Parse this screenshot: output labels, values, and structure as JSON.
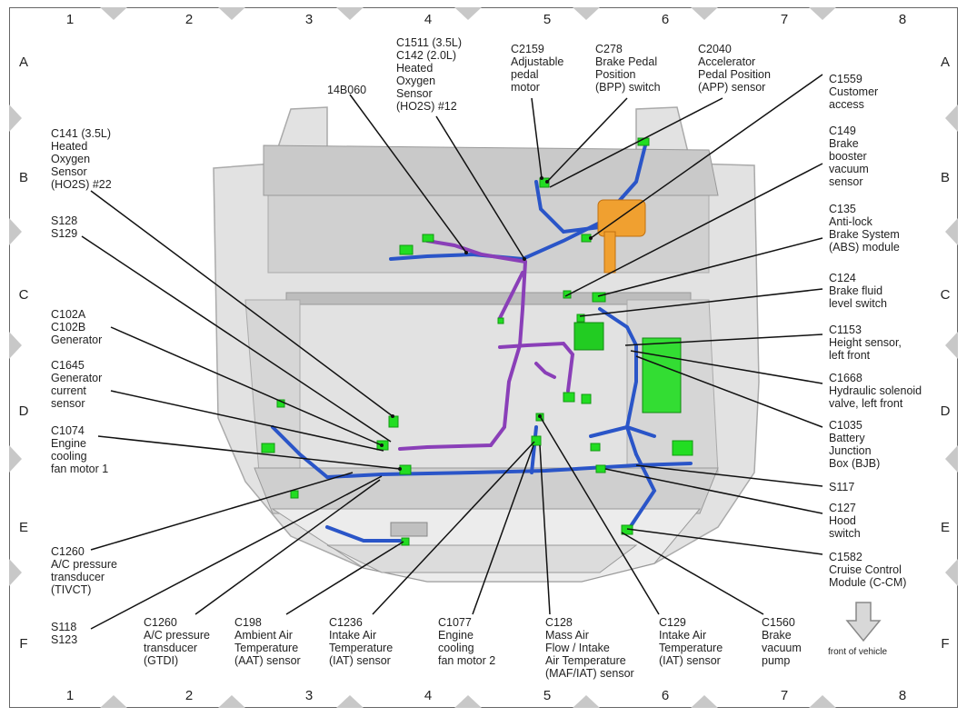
{
  "grid": {
    "columns": [
      "1",
      "2",
      "3",
      "4",
      "5",
      "6",
      "7",
      "8"
    ],
    "rows": [
      "A",
      "B",
      "C",
      "D",
      "E",
      "F"
    ]
  },
  "labels": {
    "c1511": "C1511 (3.5L)\nC142 (2.0L)\nHeated\nOxygen\nSensor\n(HO2S) #12",
    "c2159": "C2159\nAdjustable\npedal\nmotor",
    "c278": "C278\nBrake Pedal\nPosition\n(BPP) switch",
    "c2040": "C2040\nAccelerator\nPedal Position\n(APP) sensor",
    "c1559": "C1559\nCustomer\naccess",
    "b14b060": "14B060",
    "c141": "C141 (3.5L)\nHeated\nOxygen\nSensor\n(HO2S) #22",
    "c149": "C149\nBrake\nbooster\nvacuum\nsensor",
    "s128": "S128\nS129",
    "c135": "C135\nAnti-lock\nBrake System\n(ABS) module",
    "c102a": "C102A\nC102B\nGenerator",
    "c124": "C124\nBrake fluid\nlevel switch",
    "c1153": "C1153\nHeight sensor,\nleft front",
    "c1645": "C1645\nGenerator\ncurrent\nsensor",
    "c1668": "C1668\nHydraulic solenoid\nvalve, left front",
    "c1074": "C1074\nEngine\ncooling\nfan motor 1",
    "c1035": "C1035\nBattery\nJunction\nBox (BJB)",
    "s117": "S117",
    "c127": "C127\nHood\nswitch",
    "c1260a": "C1260\nA/C pressure\ntransducer\n(TIVCT)",
    "c1582": "C1582\nCruise Control\nModule (C-CM)",
    "s118": "S118\nS123",
    "c1260b": "C1260\nA/C pressure\ntransducer\n(GTDI)",
    "c198": "C198\nAmbient Air\nTemperature\n(AAT) sensor",
    "c1236": "C1236\nIntake Air\nTemperature\n(IAT) sensor",
    "c1077": "C1077\nEngine\ncooling\nfan motor 2",
    "c128": "C128\nMass Air\nFlow / Intake\nAir Temperature\n(MAF/IAT) sensor",
    "c129": "C129\nIntake Air\nTemperature\n(IAT) sensor",
    "c1560": "C1560\nBrake\nvacuum\npump",
    "front": "front of vehicle"
  },
  "colors": {
    "harness_blue": "#2a55c8",
    "harness_purple": "#8a3fb8",
    "connector_green": "#22dd22",
    "module_orange": "#f0a030",
    "body_gray": "#d4d4d4",
    "frame_triangle": "#c8c8c8"
  }
}
